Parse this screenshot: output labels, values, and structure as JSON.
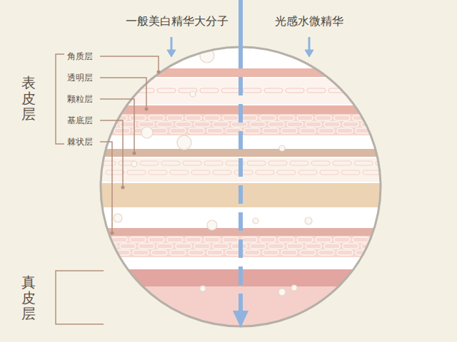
{
  "diagram": {
    "labels": [
      "一般美白精华大分子",
      "光感水微精华",
      "角质层",
      "透明层",
      "颗粒层",
      "基底层",
      "棘状层",
      "表皮层",
      "真皮层"
    ]
  }
}
